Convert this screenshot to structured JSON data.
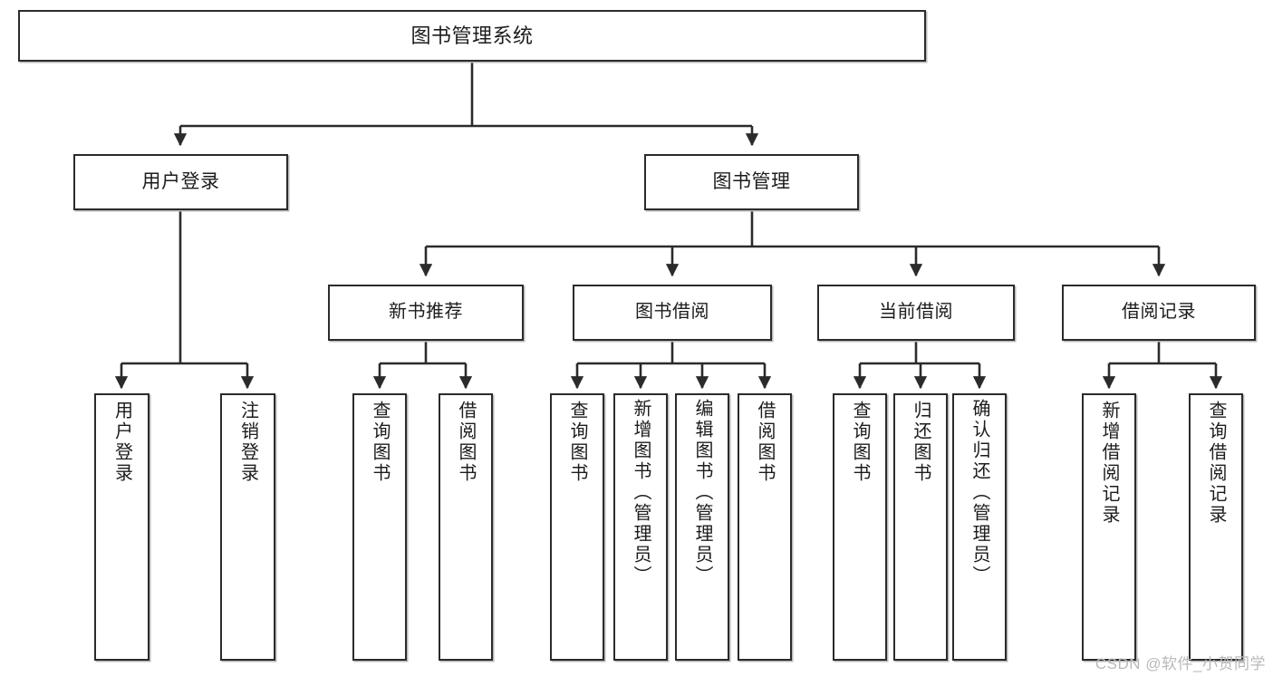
{
  "diagram": {
    "title": "图书管理系统",
    "watermark": "CSDN @软件_小贺同学",
    "line_color": "#2b2b2b",
    "box_fill": "#ffffff",
    "text_color": "#1c1c1c",
    "shadow_color": "#b8b8b8",
    "watermark_color": "#b9b9b9"
  },
  "nodes": {
    "root": {
      "label": "图书管理系统"
    },
    "branches": [
      {
        "label": "用户登录"
      },
      {
        "label": "图书管理"
      }
    ],
    "subbranches": [
      {
        "label": "新书推荐"
      },
      {
        "label": "图书借阅"
      },
      {
        "label": "当前借阅"
      },
      {
        "label": "借阅记录"
      }
    ],
    "leaves": [
      {
        "label": "用户登录"
      },
      {
        "label": "注销登录"
      },
      {
        "label": "查询图书"
      },
      {
        "label": "借阅图书"
      },
      {
        "label": "查询图书"
      },
      {
        "label": "新增图书（管理员）"
      },
      {
        "label": "编辑图书（管理员）"
      },
      {
        "label": "借阅图书"
      },
      {
        "label": "查询图书"
      },
      {
        "label": "归还图书"
      },
      {
        "label": "确认归还（管理员）"
      },
      {
        "label": "新增借阅记录"
      },
      {
        "label": "查询借阅记录"
      }
    ]
  },
  "chart_data": {
    "type": "diagram",
    "diagram_type": "tree-hierarchy",
    "title": "图书管理系统",
    "orientation": "top-down",
    "levels": 4,
    "tree": {
      "label": "图书管理系统",
      "children": [
        {
          "label": "用户登录",
          "children": [
            {
              "label": "用户登录"
            },
            {
              "label": "注销登录"
            }
          ]
        },
        {
          "label": "图书管理",
          "children": [
            {
              "label": "新书推荐",
              "children": [
                {
                  "label": "查询图书"
                },
                {
                  "label": "借阅图书"
                }
              ]
            },
            {
              "label": "图书借阅",
              "children": [
                {
                  "label": "查询图书"
                },
                {
                  "label": "新增图书（管理员）"
                },
                {
                  "label": "编辑图书（管理员）"
                },
                {
                  "label": "借阅图书"
                }
              ]
            },
            {
              "label": "当前借阅",
              "children": [
                {
                  "label": "查询图书"
                },
                {
                  "label": "归还图书"
                },
                {
                  "label": "确认归还（管理员）"
                }
              ]
            },
            {
              "label": "借阅记录",
              "children": [
                {
                  "label": "新增借阅记录"
                },
                {
                  "label": "查询借阅记录"
                }
              ]
            }
          ]
        }
      ]
    }
  }
}
